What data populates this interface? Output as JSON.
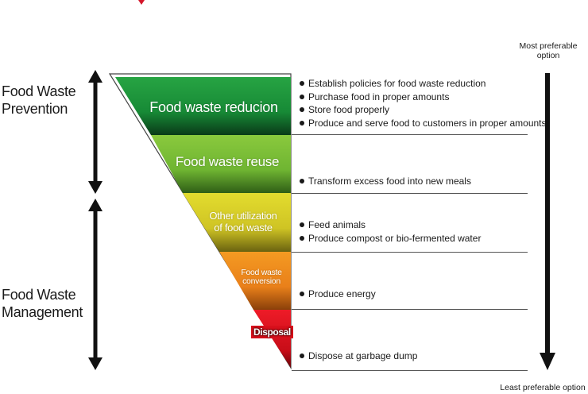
{
  "side_labels": {
    "prevention": "Food Waste\nPrevention",
    "management": "Food Waste\nManagement"
  },
  "preference": {
    "most": "Most preferable\noption",
    "least": "Least preferable option"
  },
  "tiers": [
    {
      "label": "Food waste reducion",
      "color": "#1e9a3c",
      "actions": [
        "Establish policies for food waste reduction",
        "Purchase food in proper amounts",
        "Store food properly",
        "Produce and serve food to customers in proper amounts"
      ]
    },
    {
      "label": "Food waste reuse",
      "color": "#7ec23a",
      "actions": [
        "Transform excess food into new meals"
      ]
    },
    {
      "label": "Other utilization\nof food waste",
      "color": "#d9d22a",
      "actions": [
        "Feed animals",
        "Produce compost or bio-fermented water"
      ]
    },
    {
      "label": "Food waste\nconversion",
      "color": "#f08a1c",
      "actions": [
        "Produce energy"
      ]
    },
    {
      "label": "Disposal",
      "color": "#e0101e",
      "actions": [
        "Dispose at garbage dump"
      ]
    }
  ],
  "marker_color": "#d4162a"
}
